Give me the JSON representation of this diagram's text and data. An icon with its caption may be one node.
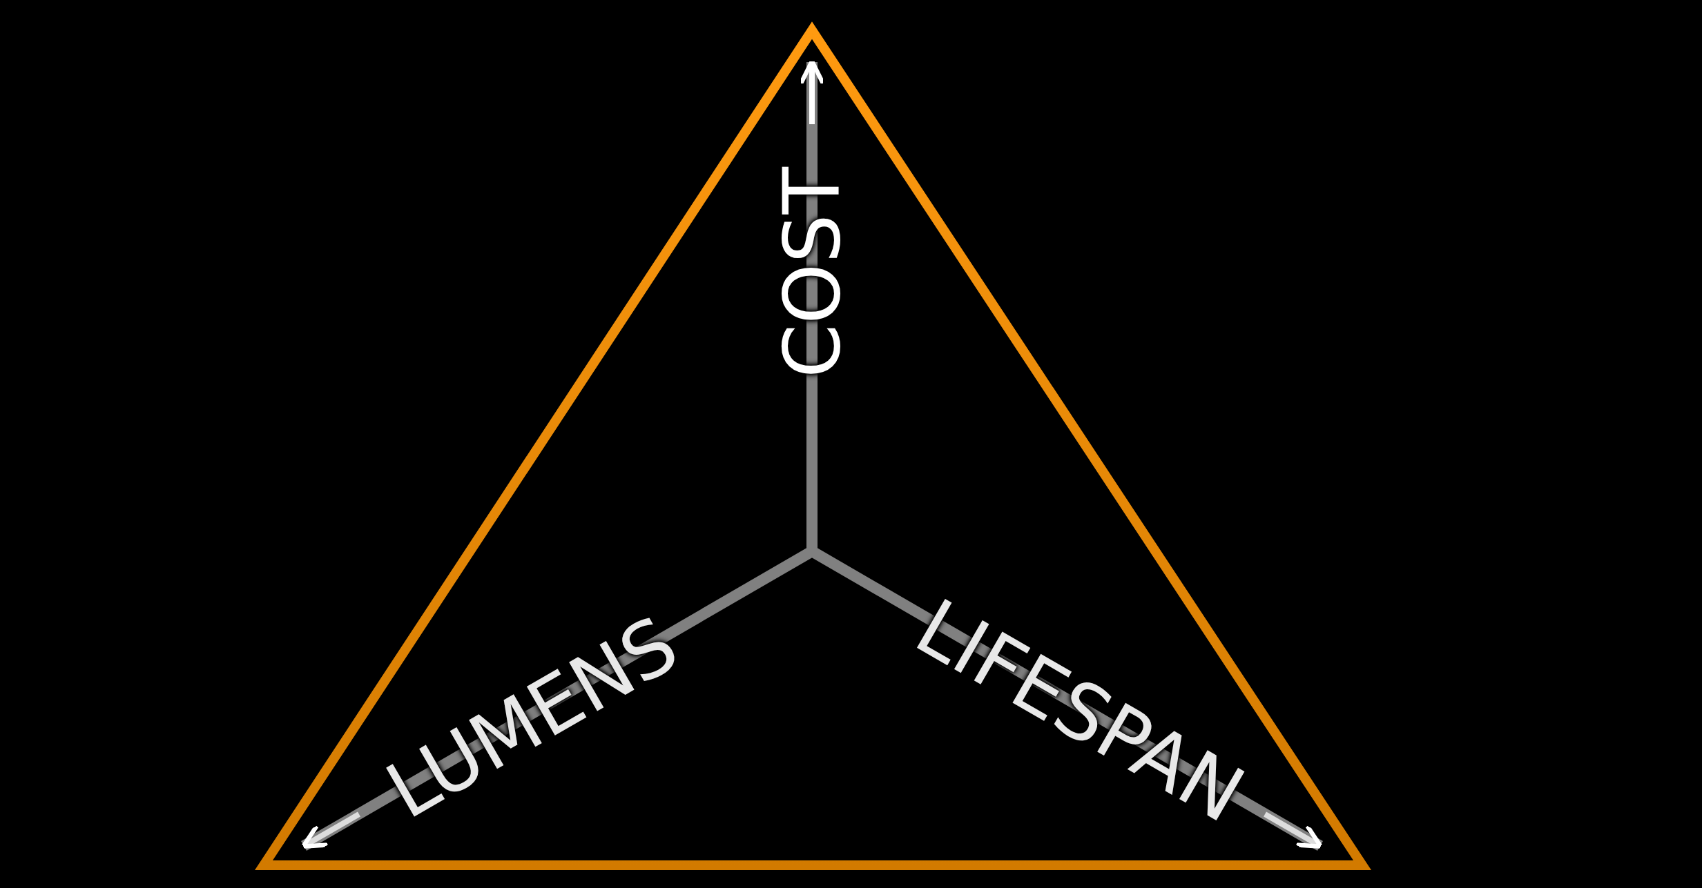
{
  "diagram": {
    "labels": [
      "COST",
      "LUMENS",
      "LIFESPAN"
    ]
  }
}
